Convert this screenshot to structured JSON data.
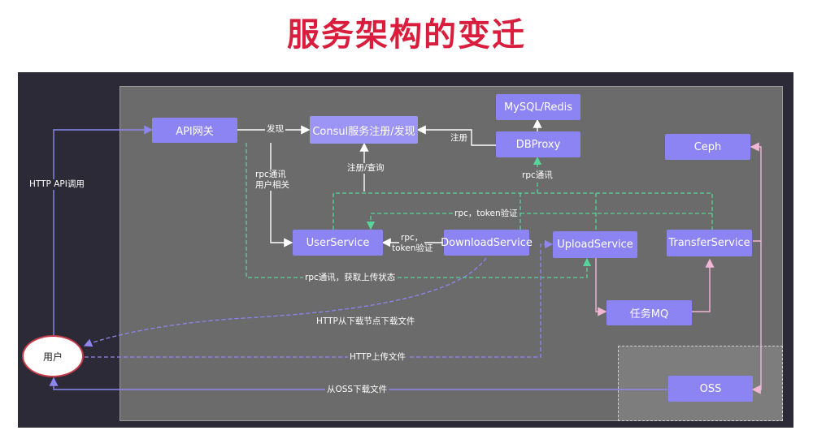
{
  "title": "服务架构的变迁",
  "nodes": {
    "api_gateway": "API网关",
    "consul": "Consul服务注册/发现",
    "mysql_redis": "MySQL/Redis",
    "dbproxy": "DBProxy",
    "ceph": "Ceph",
    "user_service": "UserService",
    "download_service": "DownloadService",
    "upload_service": "UploadService",
    "transfer_service": "TransferService",
    "task_mq": "任务MQ",
    "oss": "OSS",
    "user": "用户"
  },
  "labels": {
    "discover": "发现",
    "register": "注册",
    "register_query": "注册/查询",
    "rpc_user_line1": "rpc通讯",
    "rpc_user_line2": "用户相关",
    "rpc_comm": "rpc通讯",
    "rpc_token_verify": "rpc，token验证",
    "rpc_token_line1": "rpc，",
    "rpc_token_line2": "token验证",
    "rpc_upload_status": "rpc通讯，获取上传状态",
    "http_api_call": "HTTP API调用",
    "http_download_node": "HTTP从下载节点下载文件",
    "http_upload": "HTTP上传文件",
    "oss_download": "从OSS下载文件"
  },
  "colors": {
    "title": "#d81e3c",
    "node": "#8c84f3",
    "green_dashed": "#58d39a",
    "purple_line": "#8e86f0",
    "pink_line": "#f1b6d6"
  }
}
